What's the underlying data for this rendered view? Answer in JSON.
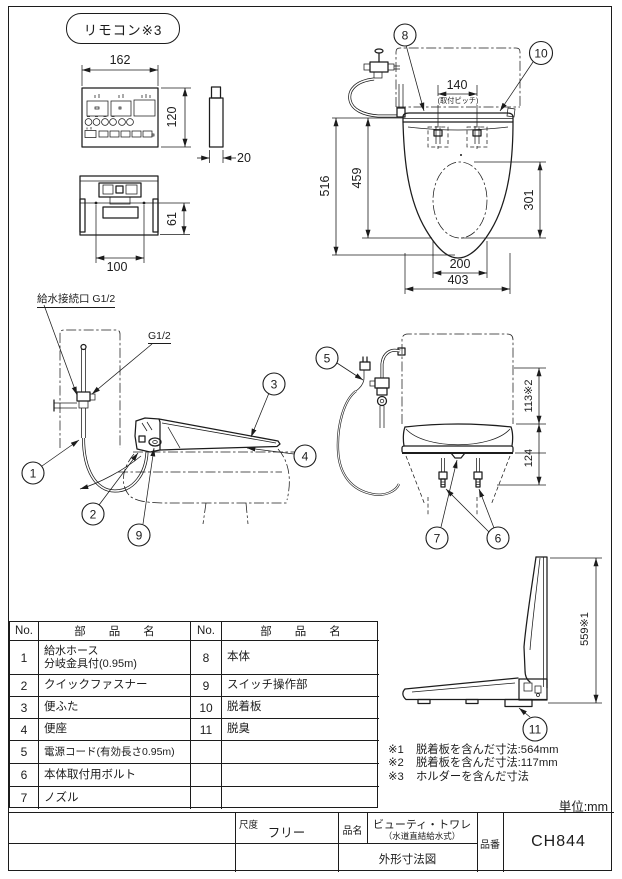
{
  "remote": {
    "label": "リモコン※3",
    "dim_width": "162",
    "dim_height": "120",
    "dim_thickness": "20",
    "holder_dim_width": "100",
    "holder_dim_height": "61"
  },
  "top_view": {
    "dim_pitch": "140",
    "pitch_note": "(取付ピッチ)",
    "dim_total_depth": "516",
    "dim_lid_depth": "459",
    "dim_opening_depth": "301",
    "dim_opening_width": "200",
    "dim_body_width": "403"
  },
  "side_view": {
    "label_inlet": "給水接続口 G1/2",
    "label_thread": "G1/2"
  },
  "rear_view": {
    "dim_upper": "113※2",
    "dim_lower": "124"
  },
  "open_view": {
    "dim_height": "559※1"
  },
  "callouts": {
    "c1": "1",
    "c2": "2",
    "c3": "3",
    "c4": "4",
    "c5": "5",
    "c6": "6",
    "c7": "7",
    "c8": "8",
    "c9": "9",
    "c10": "10",
    "c11": "11"
  },
  "notes": {
    "n1_ref": "※1",
    "n1_text": "脱着板を含んだ寸法:564mm",
    "n2_ref": "※2",
    "n2_text": "脱着板を含んだ寸法:117mm",
    "n3_ref": "※3",
    "n3_text": "ホルダーを含んだ寸法",
    "unit": "単位:mm"
  },
  "parts_table": {
    "header_no": "No.",
    "header_name": "部　　品　　名",
    "left_rows": [
      {
        "no": "1",
        "name": "給水ホース\n分岐金具付(0.95m)"
      },
      {
        "no": "2",
        "name": "クイックファスナー"
      },
      {
        "no": "3",
        "name": "便ふた"
      },
      {
        "no": "4",
        "name": "便座"
      },
      {
        "no": "5",
        "name": "電源コード(有効長さ0.95m)"
      },
      {
        "no": "6",
        "name": "本体取付用ボルト"
      },
      {
        "no": "7",
        "name": "ノズル"
      }
    ],
    "right_rows": [
      {
        "no": "8",
        "name": "本体"
      },
      {
        "no": "9",
        "name": "スイッチ操作部"
      },
      {
        "no": "10",
        "name": "脱着板"
      },
      {
        "no": "11",
        "name": "脱臭"
      },
      {
        "no": "",
        "name": ""
      },
      {
        "no": "",
        "name": ""
      },
      {
        "no": "",
        "name": ""
      }
    ]
  },
  "title_block": {
    "scale_label": "尺度",
    "scale_value": "フリー",
    "name_label": "品名",
    "name_line1": "ビューティ・トワレ",
    "name_line2": "（水道直結給水式）",
    "drawing_title": "外形寸法図",
    "number_label": "品番",
    "number_value": "CH844"
  }
}
